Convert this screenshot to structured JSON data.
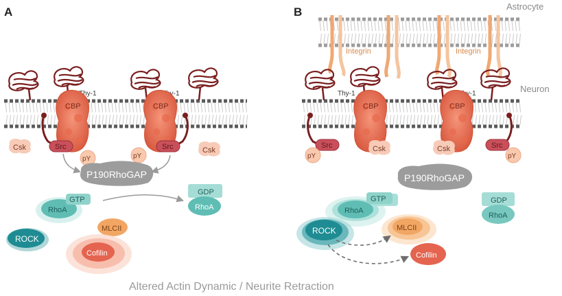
{
  "panels": {
    "a": {
      "letter": "A"
    },
    "b": {
      "letter": "B"
    }
  },
  "labels": {
    "astrocyte": "Astrocyte",
    "neuron": "Neuron",
    "integrin": "Integrin",
    "thy1": "Thy-1",
    "cbp": "CBP",
    "src": "Src",
    "csk": "Csk",
    "py": "pY",
    "p190": "P190RhoGAP",
    "gtp": "GTP",
    "gdp": "GDP",
    "rhoa": "RhoA",
    "rock": "ROCK",
    "mlcii": "MLCII",
    "cofilin": "Cofilin"
  },
  "caption": "Altered Actin Dynamic / Neurite Retraction",
  "colors": {
    "membrane": "#5a5a5a",
    "lipid_tail": "#c8c8c8",
    "thy1": "#7a1e1e",
    "cbp": "#ef7a5c",
    "src": "#b5404a",
    "csk": "#f7cbb8",
    "integrin": "#f0a872",
    "p190": "#9c9c9c",
    "rhoa": "#5fbdb4",
    "rock": "#1e8c92",
    "mlcii": "#f2a663",
    "cofilin": "#e46450",
    "arrow": "#9a9a9a"
  }
}
